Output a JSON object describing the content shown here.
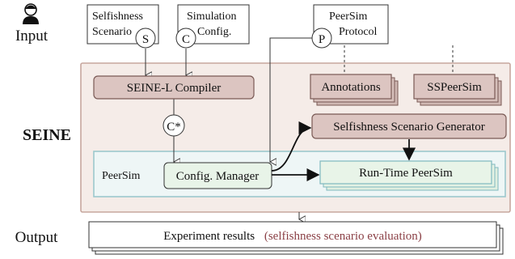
{
  "side_labels": {
    "input": "Input",
    "seine": "SEINE",
    "output": "Output"
  },
  "inputs": {
    "selfishness_scenario": {
      "line1": "Selfishness",
      "line2": "Scenario",
      "badge": "S"
    },
    "simulation_config": {
      "line1": "Simulation",
      "line2": "Config.",
      "badge": "C"
    },
    "peersim_protocol": {
      "line1": "PeerSim",
      "line2": "Protocol",
      "badge": "P"
    }
  },
  "components": {
    "compiler": "SEINE-L Compiler",
    "annotations": "Annotations",
    "sspeersim": "SSPeerSim",
    "generator": "Selfishness Scenario Generator",
    "compiled_badge": "C*",
    "peersim": "PeerSim",
    "config_manager": "Config. Manager",
    "runtime": "Run-Time PeerSim"
  },
  "output": {
    "label": "Experiment results",
    "note": "(selfishness scenario evaluation)"
  },
  "colors": {
    "seine_bg": "#f5ece8",
    "seine_border": "#c7a79e",
    "module_fill": "#dcc5c1",
    "module_border": "#7a5a55",
    "green_fill": "#e8f4e8",
    "green_border": "#7fb8bf",
    "note_color": "#8a3f45"
  }
}
